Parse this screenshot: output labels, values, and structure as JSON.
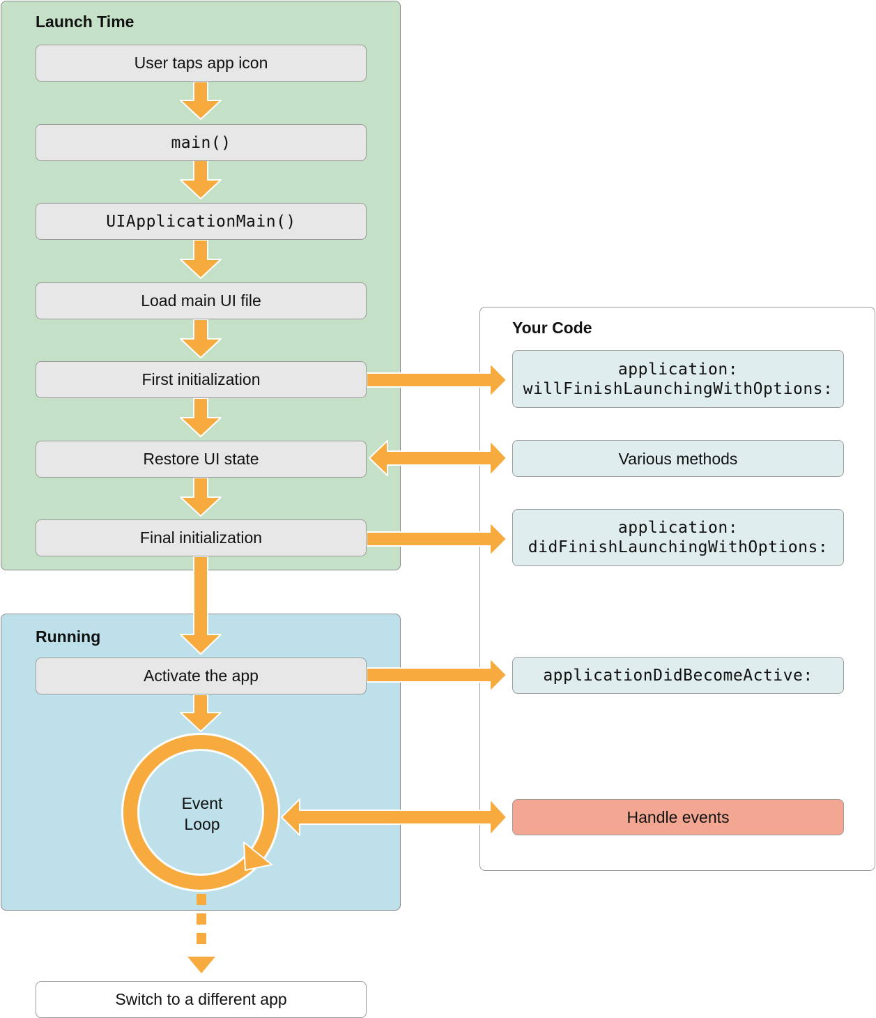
{
  "regions": {
    "launch_title": "Launch Time",
    "running_title": "Running",
    "your_code_title": "Your Code"
  },
  "launch_steps": [
    "User taps app icon",
    "main()",
    "UIApplicationMain()",
    "Load main UI file",
    "First initialization",
    "Restore UI state",
    "Final initialization"
  ],
  "running_steps": {
    "activate": "Activate the app",
    "event_loop_line1": "Event",
    "event_loop_line2": "Loop"
  },
  "exit_step": "Switch to a different app",
  "code_boxes": {
    "will_finish_line1": "application:",
    "will_finish_line2": "willFinishLaunchingWithOptions:",
    "various": "Various methods",
    "did_finish_line1": "application:",
    "did_finish_line2": "didFinishLaunchingWithOptions:",
    "did_become_active": "applicationDidBecomeActive:",
    "handle_events": "Handle events"
  },
  "colors": {
    "launch_bg": "#c4e1c8",
    "running_bg": "#bde0ea",
    "arrow": "#f7ab3e",
    "step_bg": "#e6e7e6",
    "code_bg": "#e0edee",
    "handle_events_bg": "#f3a793"
  }
}
